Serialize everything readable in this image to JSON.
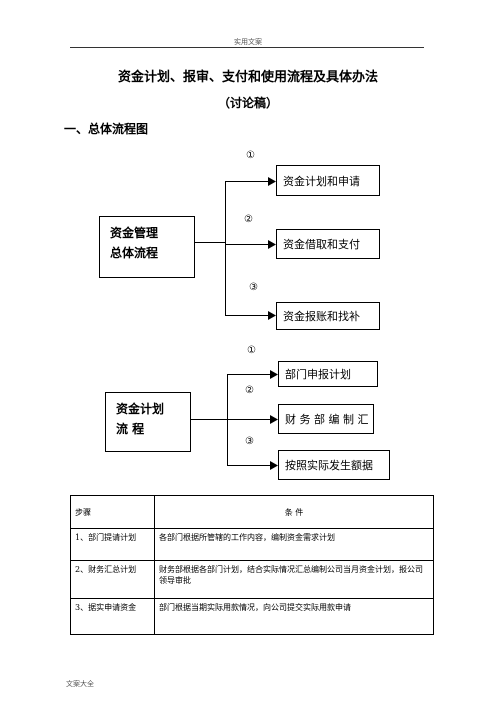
{
  "header": {
    "text": "实用文案"
  },
  "doc": {
    "title": "资金计划、报审、支付和使用流程及具体办法",
    "subtitle": "（讨论稿）",
    "section1": "一、总体流程图"
  },
  "flow1": {
    "left_box_line1": "资金管理",
    "left_box_line2": "总体流程",
    "markers": [
      "①",
      "②",
      "③"
    ],
    "branches": [
      "资金计划和申请",
      "资金借取和支付",
      "资金报账和找补"
    ]
  },
  "flow2": {
    "left_box_line1": "资金计划",
    "left_box_line2": "流  程",
    "markers": [
      "①",
      "②",
      "③"
    ],
    "branches": [
      "部门申报计划",
      "财 务 部 编 制 汇",
      "按照实际发生额据"
    ]
  },
  "table": {
    "headers": [
      "步骤",
      "条    件"
    ],
    "rows": [
      [
        "1、部门提请计划",
        "各部门根据所管辖的工作内容，编制资金需求计划"
      ],
      [
        "2、财务汇总计划",
        "财务部根据各部门计划，结合实际情况汇总编制公司当月资金计划，报公司领导审批"
      ],
      [
        "3、据实申请资金",
        "部门根据当期实际用款情况，向公司提交实际用款申请"
      ]
    ]
  },
  "footer": {
    "text": "文案大全"
  }
}
